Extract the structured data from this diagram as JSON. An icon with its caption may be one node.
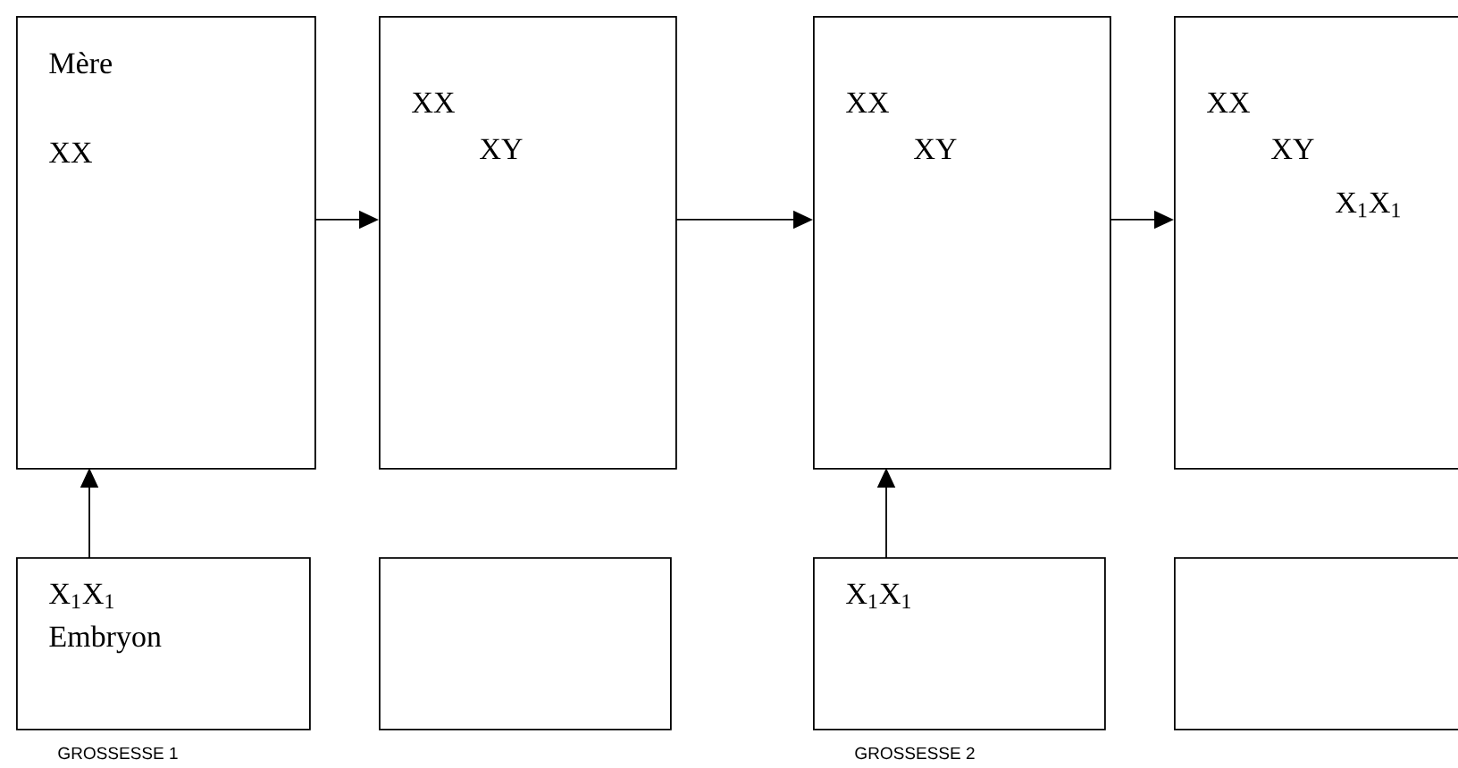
{
  "diagram": {
    "nodes": [
      {
        "text": [
          "Mère",
          "XX"
        ]
      },
      {
        "text": [
          "XX",
          "XY"
        ]
      },
      {
        "text": [
          "XX",
          "XY"
        ]
      },
      {
        "text": [
          "XX",
          "XY",
          "X$_{1}$X$_{1}$"
        ]
      },
      {
        "text": [
          "X$_{1}$X$_{1}$",
          "Embryon"
        ],
        "beside": [
          "GROSSESSE 1"
        ]
      },
      {
        "text": [],
        "shape": "box"
      },
      {
        "text": [
          "X$_{1}$X$_{1}$"
        ],
        "beside": [
          "GROSSESSE 2"
        ]
      },
      {
        "text": [],
        "shape": "box"
      }
    ],
    "edges": [
      {
        "from": 0,
        "to": 1,
        "arrow": "to"
      },
      {
        "from": 1,
        "to": 2,
        "arrow": "to"
      },
      {
        "from": 2,
        "to": 3,
        "arrow": "to"
      },
      {
        "from": 4,
        "to": 0,
        "arrow": "to"
      },
      {
        "from": 6,
        "to": 2,
        "arrow": "to"
      }
    ]
  }
}
